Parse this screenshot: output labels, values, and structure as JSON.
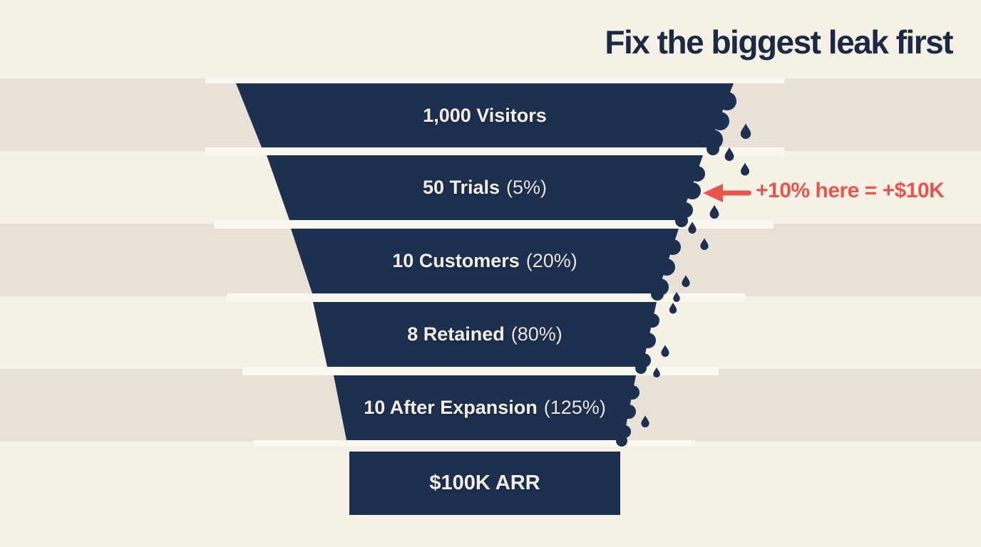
{
  "title": "Fix the biggest leak first",
  "chart_data": {
    "type": "funnel",
    "title": "Fix the biggest leak first",
    "stages": [
      {
        "name": "1,000 Visitors",
        "value": 1000,
        "pct": ""
      },
      {
        "name": "50 Trials",
        "value": 50,
        "pct": "(5%)",
        "conversion_rate_pct": 5
      },
      {
        "name": "10 Customers",
        "value": 10,
        "pct": "(20%)",
        "conversion_rate_pct": 20
      },
      {
        "name": "8 Retained",
        "value": 8,
        "pct": "(80%)",
        "conversion_rate_pct": 80
      },
      {
        "name": "10 After Expansion",
        "value": 10,
        "pct": "(125%)",
        "conversion_rate_pct": 125
      },
      {
        "name": "$100K ARR",
        "value": 100000,
        "pct": ""
      }
    ],
    "annotation": {
      "text": "+10% here = +$10K",
      "target_stage": "50 Trials",
      "arrow_direction": "left"
    },
    "legend": "none",
    "decoration": "leaking droplets falling from right edge of funnel"
  },
  "colors": {
    "background_cream": "#f6f1e7",
    "background_band": "#e7e1d8",
    "funnel_navy": "#1e3050",
    "title_navy": "#1b2942",
    "accent_red": "#e9544b",
    "label_text": "#f3efe5",
    "separator_white": "#fbf8f0"
  }
}
